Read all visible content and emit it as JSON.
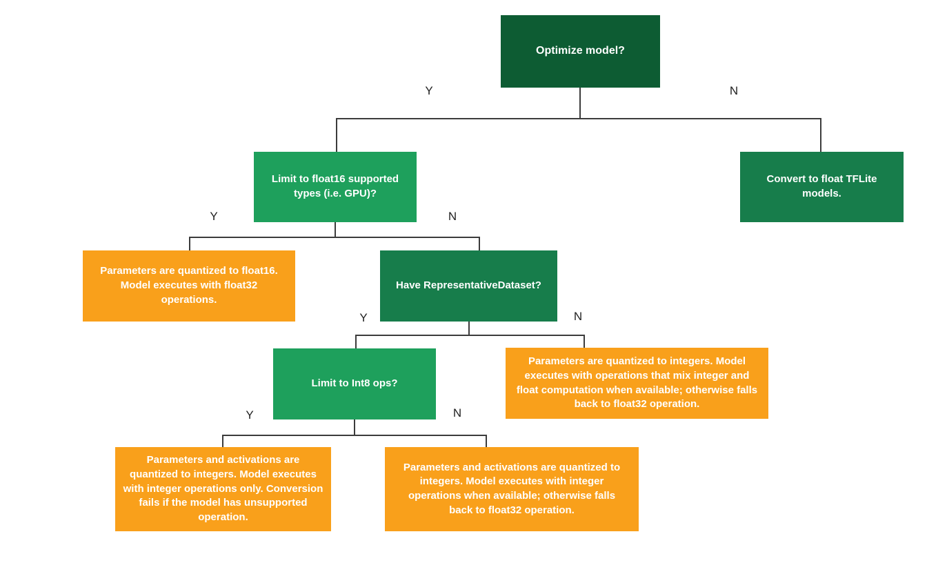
{
  "colors": {
    "dark_green": "#0D5C33",
    "mid_green": "#177D4B",
    "bright_green": "#1EA05C",
    "orange": "#F9A01B",
    "connector_line": "#3B3B3B",
    "edge_label_text": "#212121",
    "box_text": "#FFFFFF",
    "background": "#FFFFFF"
  },
  "nodes": {
    "optimize": {
      "text": "Optimize model?",
      "variant": "dark_green"
    },
    "limit_float16": {
      "text": "Limit to float16 supported types (i.e. GPU)?",
      "variant": "bright_green"
    },
    "convert_float": {
      "text": "Convert to float TFLite models.",
      "variant": "mid_green"
    },
    "float16_result": {
      "text": "Parameters are quantized to float16. Model executes with float32 operations.",
      "variant": "orange"
    },
    "have_dataset": {
      "text": "Have RepresentativeDataset?",
      "variant": "mid_green"
    },
    "int_mix_result": {
      "text": "Parameters are quantized to integers. Model executes with operations that mix integer and float computation when available; otherwise falls back to float32 operation.",
      "variant": "orange"
    },
    "limit_int8": {
      "text": "Limit to Int8 ops?",
      "variant": "bright_green"
    },
    "int_only_result": {
      "text": "Parameters and activations are quantized to integers. Model executes with integer operations only. Conversion fails if the model has unsupported operation.",
      "variant": "orange"
    },
    "int_fallback_result": {
      "text": "Parameters and activations are quantized to integers. Model executes with integer operations when available; otherwise falls back to float32 operation.",
      "variant": "orange"
    }
  },
  "edge_labels": {
    "optimize_yes": {
      "text": "Y"
    },
    "optimize_no": {
      "text": "N"
    },
    "float16_yes": {
      "text": "Y"
    },
    "float16_no": {
      "text": "N"
    },
    "dataset_yes": {
      "text": "Y"
    },
    "dataset_no": {
      "text": "N"
    },
    "int8_yes": {
      "text": "Y"
    },
    "int8_no": {
      "text": "N"
    }
  }
}
